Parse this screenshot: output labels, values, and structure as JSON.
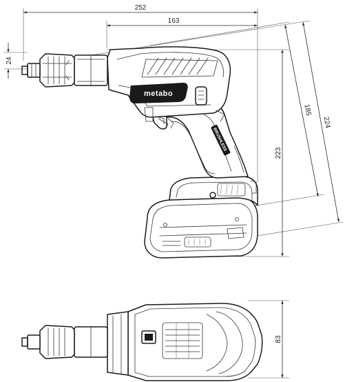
{
  "dimensions": {
    "overall_length": "252",
    "body_length": "163",
    "nose_diameter": "24",
    "overall_height": "223",
    "diagonal_short": "185",
    "diagonal_long": "224",
    "top_view_width": "83"
  },
  "brand": {
    "logo_text": "metabo",
    "model_text": "BRUSHLESS"
  },
  "colors": {
    "line": "#1a1a1a",
    "dimension": "#2a2a2a",
    "background": "#ffffff",
    "logo_fill": "#1a1a1a"
  }
}
